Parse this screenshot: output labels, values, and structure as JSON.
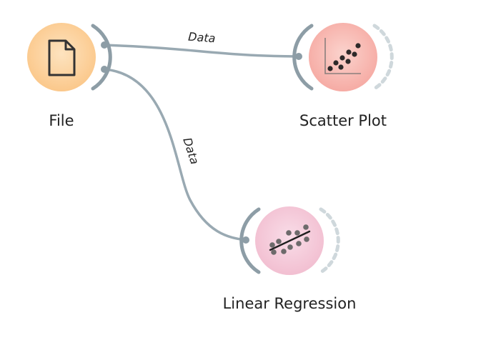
{
  "canvas": {
    "nodes": [
      {
        "id": "file",
        "label": "File",
        "icon": "file-icon",
        "color": "#fcc987"
      },
      {
        "id": "scatter",
        "label": "Scatter Plot",
        "icon": "scatter-plot-icon",
        "color": "#f8aca4"
      },
      {
        "id": "linreg",
        "label": "Linear Regression",
        "icon": "linear-regression-icon",
        "color": "#f4bfd0"
      }
    ],
    "links": [
      {
        "from": "File",
        "to": "Scatter Plot",
        "label": "Data"
      },
      {
        "from": "File",
        "to": "Linear Regression",
        "label": "Data"
      }
    ],
    "colors": {
      "link": "#99a9b2",
      "channel_arc": "#8d9da6",
      "output_arc_dashed": "#cfd8dc",
      "label": "#222222"
    }
  }
}
